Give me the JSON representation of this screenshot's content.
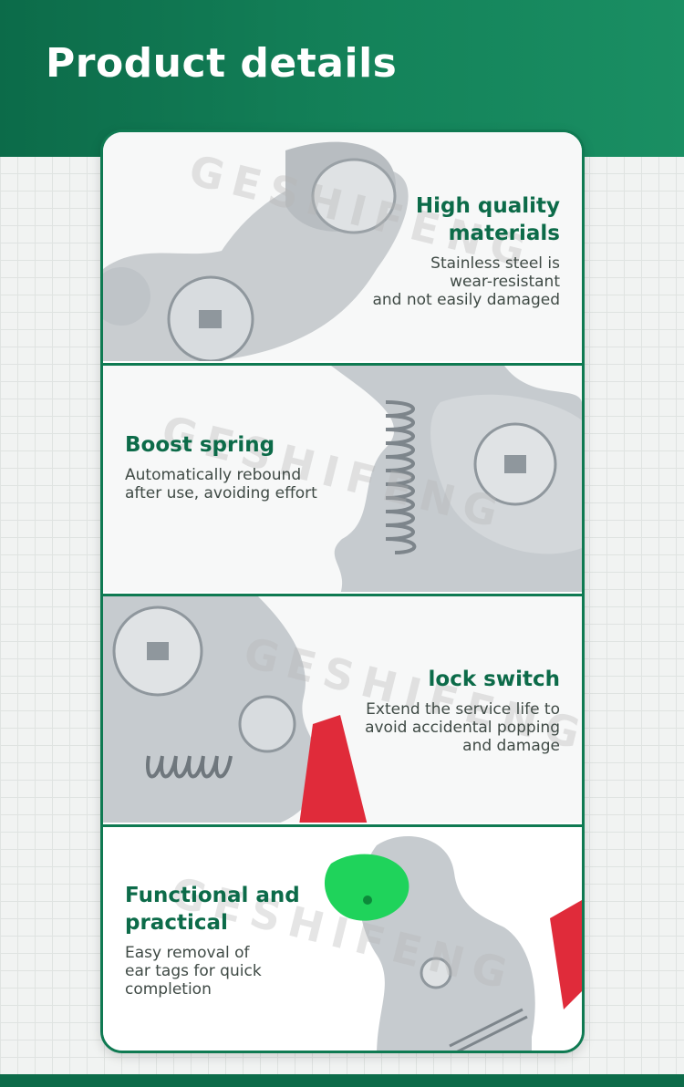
{
  "header": {
    "title": "Product details"
  },
  "watermark": "GESHIFENG",
  "features": [
    {
      "title": "High quality\nmaterials",
      "desc": "Stainless steel is\nwear-resistant\nand not easily damaged"
    },
    {
      "title": "Boost spring",
      "desc": "Automatically rebound\nafter use, avoiding effort"
    },
    {
      "title": "lock switch",
      "desc": "Extend the service life to\navoid accidental popping\nand damage"
    },
    {
      "title": "Functional and\npractical",
      "desc": "Easy removal of\near tags for quick\ncompletion"
    }
  ],
  "colors": {
    "brand_green": "#0c6b49",
    "tag_green": "#1fd35b",
    "lock_red": "#e02b3a"
  }
}
